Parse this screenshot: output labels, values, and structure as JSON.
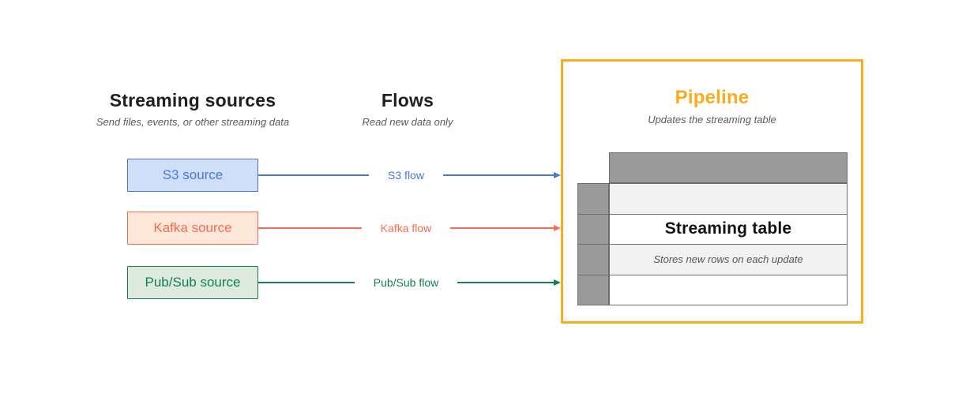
{
  "sources": {
    "title": "Streaming sources",
    "subtitle": "Send files, events, or other streaming data",
    "items": [
      {
        "label": "S3 source",
        "color": "#4a77d4",
        "fill": "#cfdff7"
      },
      {
        "label": "Kafka source",
        "color": "#f96a51",
        "fill": "#fde8da"
      },
      {
        "label": "Pub/Sub source",
        "color": "#15804d",
        "fill": "#dcebdd"
      }
    ]
  },
  "flows": {
    "title": "Flows",
    "subtitle": "Read new data only",
    "items": [
      {
        "label": "S3 flow",
        "color": "#4a77d4"
      },
      {
        "label": "Kafka flow",
        "color": "#f96a51"
      },
      {
        "label": "Pub/Sub flow",
        "color": "#15804d"
      }
    ]
  },
  "pipeline": {
    "title": "Pipeline",
    "subtitle": "Updates the streaming table",
    "accent": "#fbab1b",
    "table": {
      "title": "Streaming table",
      "caption": "Stores new rows on each update",
      "header_fill": "#9a9a9a",
      "grid_color": "#6e6e6e",
      "alt_row_fill": "#f2f2f2",
      "row_fill": "#ffffff"
    }
  }
}
